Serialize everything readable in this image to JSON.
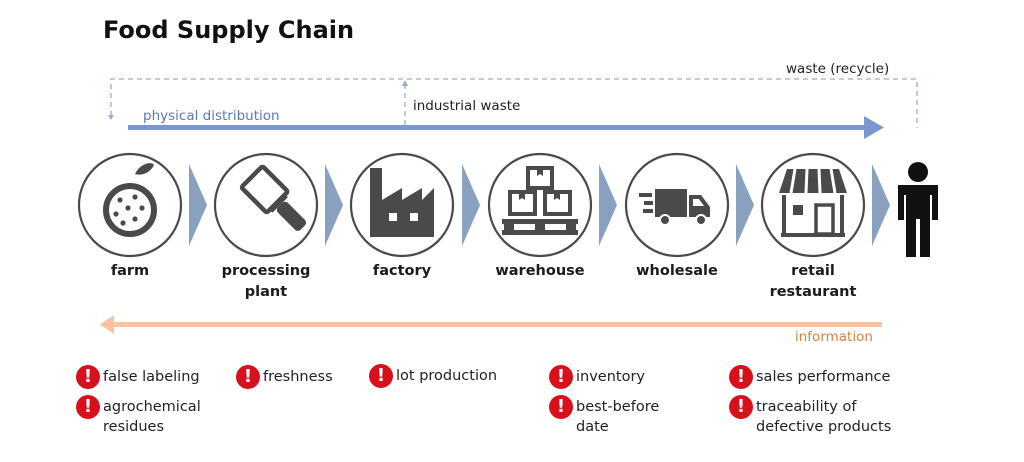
{
  "title": "Food Supply Chain",
  "flows": {
    "physical_distribution": "physical distribution",
    "industrial_waste": "industrial waste",
    "waste_recycle": "waste (recycle)",
    "information": "information"
  },
  "colors": {
    "physical_arrow": "#7b97d1",
    "information_arrow": "#f9c3a3",
    "dashed_line": "#9aabd3",
    "chevron": "#8aa0bf",
    "icon": "#4a4a4a",
    "warning": "#d7111b"
  },
  "stages": [
    {
      "label": "farm",
      "icon": "fruit-icon"
    },
    {
      "label": "processing\nplant",
      "icon": "cleaver-icon"
    },
    {
      "label": "factory",
      "icon": "factory-icon"
    },
    {
      "label": "warehouse",
      "icon": "boxes-pallet-icon"
    },
    {
      "label": "wholesale",
      "icon": "delivery-truck-icon"
    },
    {
      "label": "retail\nrestaurant",
      "icon": "storefront-icon"
    }
  ],
  "consumer": {
    "icon": "person-icon"
  },
  "issues": [
    {
      "text": "false labeling"
    },
    {
      "text": "agrochemical\nresidues"
    },
    {
      "text": "freshness"
    },
    {
      "text": "lot production"
    },
    {
      "text": "inventory"
    },
    {
      "text": "best-before\ndate"
    },
    {
      "text": "sales performance"
    },
    {
      "text": "traceability of\ndefective products"
    }
  ],
  "warning_glyph": "!"
}
